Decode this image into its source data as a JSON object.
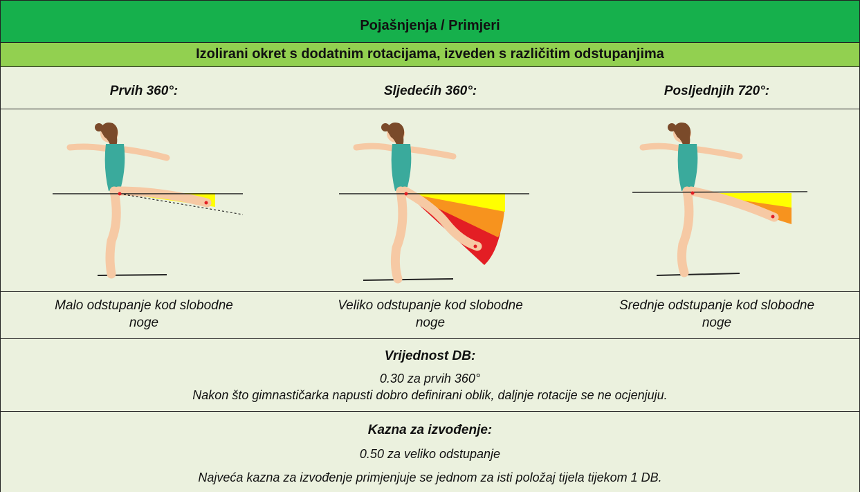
{
  "title": "Pojašnjenja / Primjeri",
  "subtitle": "Izolirani okret s dodatnim rotacijama, izveden s različitim odstupanjima",
  "columns": [
    {
      "heading": "Prvih 360°:",
      "caption_line1": "Malo odstupanje kod slobodne",
      "caption_line2": "noge"
    },
    {
      "heading": "Sljedećih 360°:",
      "caption_line1": "Veliko odstupanje kod slobodne",
      "caption_line2": "noge"
    },
    {
      "heading": "Posljednjih 720°:",
      "caption_line1": "Srednje odstupanje kod slobodne",
      "caption_line2": "noge"
    }
  ],
  "db": {
    "heading": "Vrijednost DB:",
    "line1": "0.30 za prvih 360°",
    "line2": "Nakon što gimnastičarka napusti dobro definirani oblik, daljnje rotacije se ne ocjenjuju."
  },
  "penalty": {
    "heading": "Kazna za izvođenje:",
    "line1": "0.50 za veliko odstupanje",
    "line2": "Najveća kazna za izvođenje primjenjuje se jednom za isti položaj tijela tijekom 1 DB."
  },
  "colors": {
    "title_bg": "#16b04c",
    "subtitle_bg": "#92d050",
    "cell_bg": "#ebf1de",
    "skin": "#f6c9a4",
    "leotard": "#3aaa9c",
    "hair": "#7a4a2a",
    "zone_yellow": "#ffff00",
    "zone_orange": "#f7931e",
    "zone_red": "#e31e24"
  }
}
